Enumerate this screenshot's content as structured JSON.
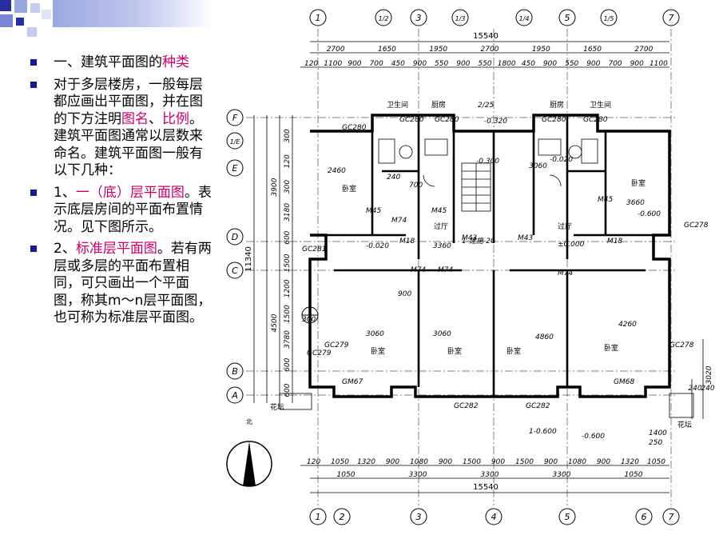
{
  "slide": {
    "bullets": [
      {
        "parts": [
          {
            "t": "一、建筑平面图的"
          },
          {
            "t": "种类",
            "hl": true
          }
        ]
      },
      {
        "parts": [
          {
            "t": "对于多层楼房，一般每层都应画出平面图，并在图的下方注明"
          },
          {
            "t": "图名",
            "hl": true
          },
          {
            "t": "、"
          },
          {
            "t": "比例",
            "hl": true
          },
          {
            "t": "。建筑平面图通常以层数来命名。建筑平面图一般有以下几种："
          }
        ]
      },
      {
        "parts": [
          {
            "t": "1、"
          },
          {
            "t": "一（底）层平面图",
            "hl": true
          },
          {
            "t": "。表示底层房间的平面布置情况。见下图所示。"
          }
        ]
      },
      {
        "parts": [
          {
            "t": "2、"
          },
          {
            "t": "标准层平面图",
            "hl": true
          },
          {
            "t": "。若有两层或多层的平面布置相同，可只画出一个平面图，称其m～n层平面图，也可称为标准层平面图。"
          }
        ]
      }
    ]
  },
  "plan": {
    "axes_top": [
      "1",
      "1/2",
      "3",
      "1/3",
      "1/4",
      "5",
      "1/5",
      "7"
    ],
    "axes_bottom": [
      "1",
      "2",
      "3",
      "4",
      "5",
      "6",
      "7"
    ],
    "axes_left": [
      "F",
      "1/E",
      "E",
      "D",
      "C",
      "B",
      "A"
    ],
    "overall_width": "15540",
    "top_dims_row1": [
      "2700",
      "1650",
      "1950",
      "2700",
      "1950",
      "1650",
      "2700"
    ],
    "top_dims_row2": [
      "120",
      "1100",
      "900",
      "700",
      "450",
      "900",
      "550",
      "900",
      "550",
      "1800",
      "450",
      "900",
      "550",
      "900",
      "700",
      "900",
      "1100"
    ],
    "bottom_dims_row1": [
      "120",
      "1050",
      "1320",
      "900",
      "1080",
      "900",
      "1500",
      "900",
      "1500",
      "900",
      "1080",
      "900",
      "1320",
      "1050"
    ],
    "bottom_dims_row2": [
      "1050",
      "3300",
      "3300",
      "3300",
      "1050"
    ],
    "left_dims": [
      "300",
      "120",
      "300",
      "3180",
      "600",
      "1500",
      "1200",
      "1500",
      "3780",
      "600",
      "600"
    ],
    "left_total": "11340",
    "left_sub": [
      "3900",
      "4500"
    ],
    "right_dims": [
      "3020",
      "240",
      "240"
    ],
    "room_labels": {
      "bedroom": "卧室",
      "hall": "过厅",
      "kitchen": "厨房",
      "toilet": "卫生间",
      "flowerbed": "花坛",
      "north": "北"
    },
    "annotations": [
      "GC280",
      "GC280",
      "GC280",
      "GC280",
      "GC280",
      "GC279",
      "GC278",
      "GC281",
      "GC282",
      "GC282",
      "GC279",
      "GC278",
      "GM67",
      "GM68",
      "M45",
      "M45",
      "M45",
      "M74",
      "M74",
      "M74",
      "M74",
      "M43",
      "M43",
      "M18",
      "M18",
      "2460",
      "3360",
      "3060",
      "3060",
      "4860",
      "4260",
      "3060",
      "3660",
      "-0.020",
      "-0.020",
      "-0.320",
      "-0.300",
      "-0.600",
      "±0.000",
      "-0.600",
      "240",
      "700",
      "900",
      "250",
      "1400",
      "300",
      "2/25",
      "1-0.600",
      "1-建施-20"
    ]
  }
}
